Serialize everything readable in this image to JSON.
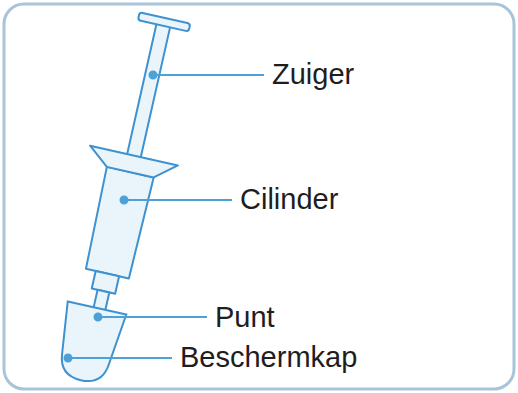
{
  "diagram": {
    "labels": [
      "Zuiger",
      "Cilinder",
      "Punt",
      "Beschermkap"
    ]
  }
}
